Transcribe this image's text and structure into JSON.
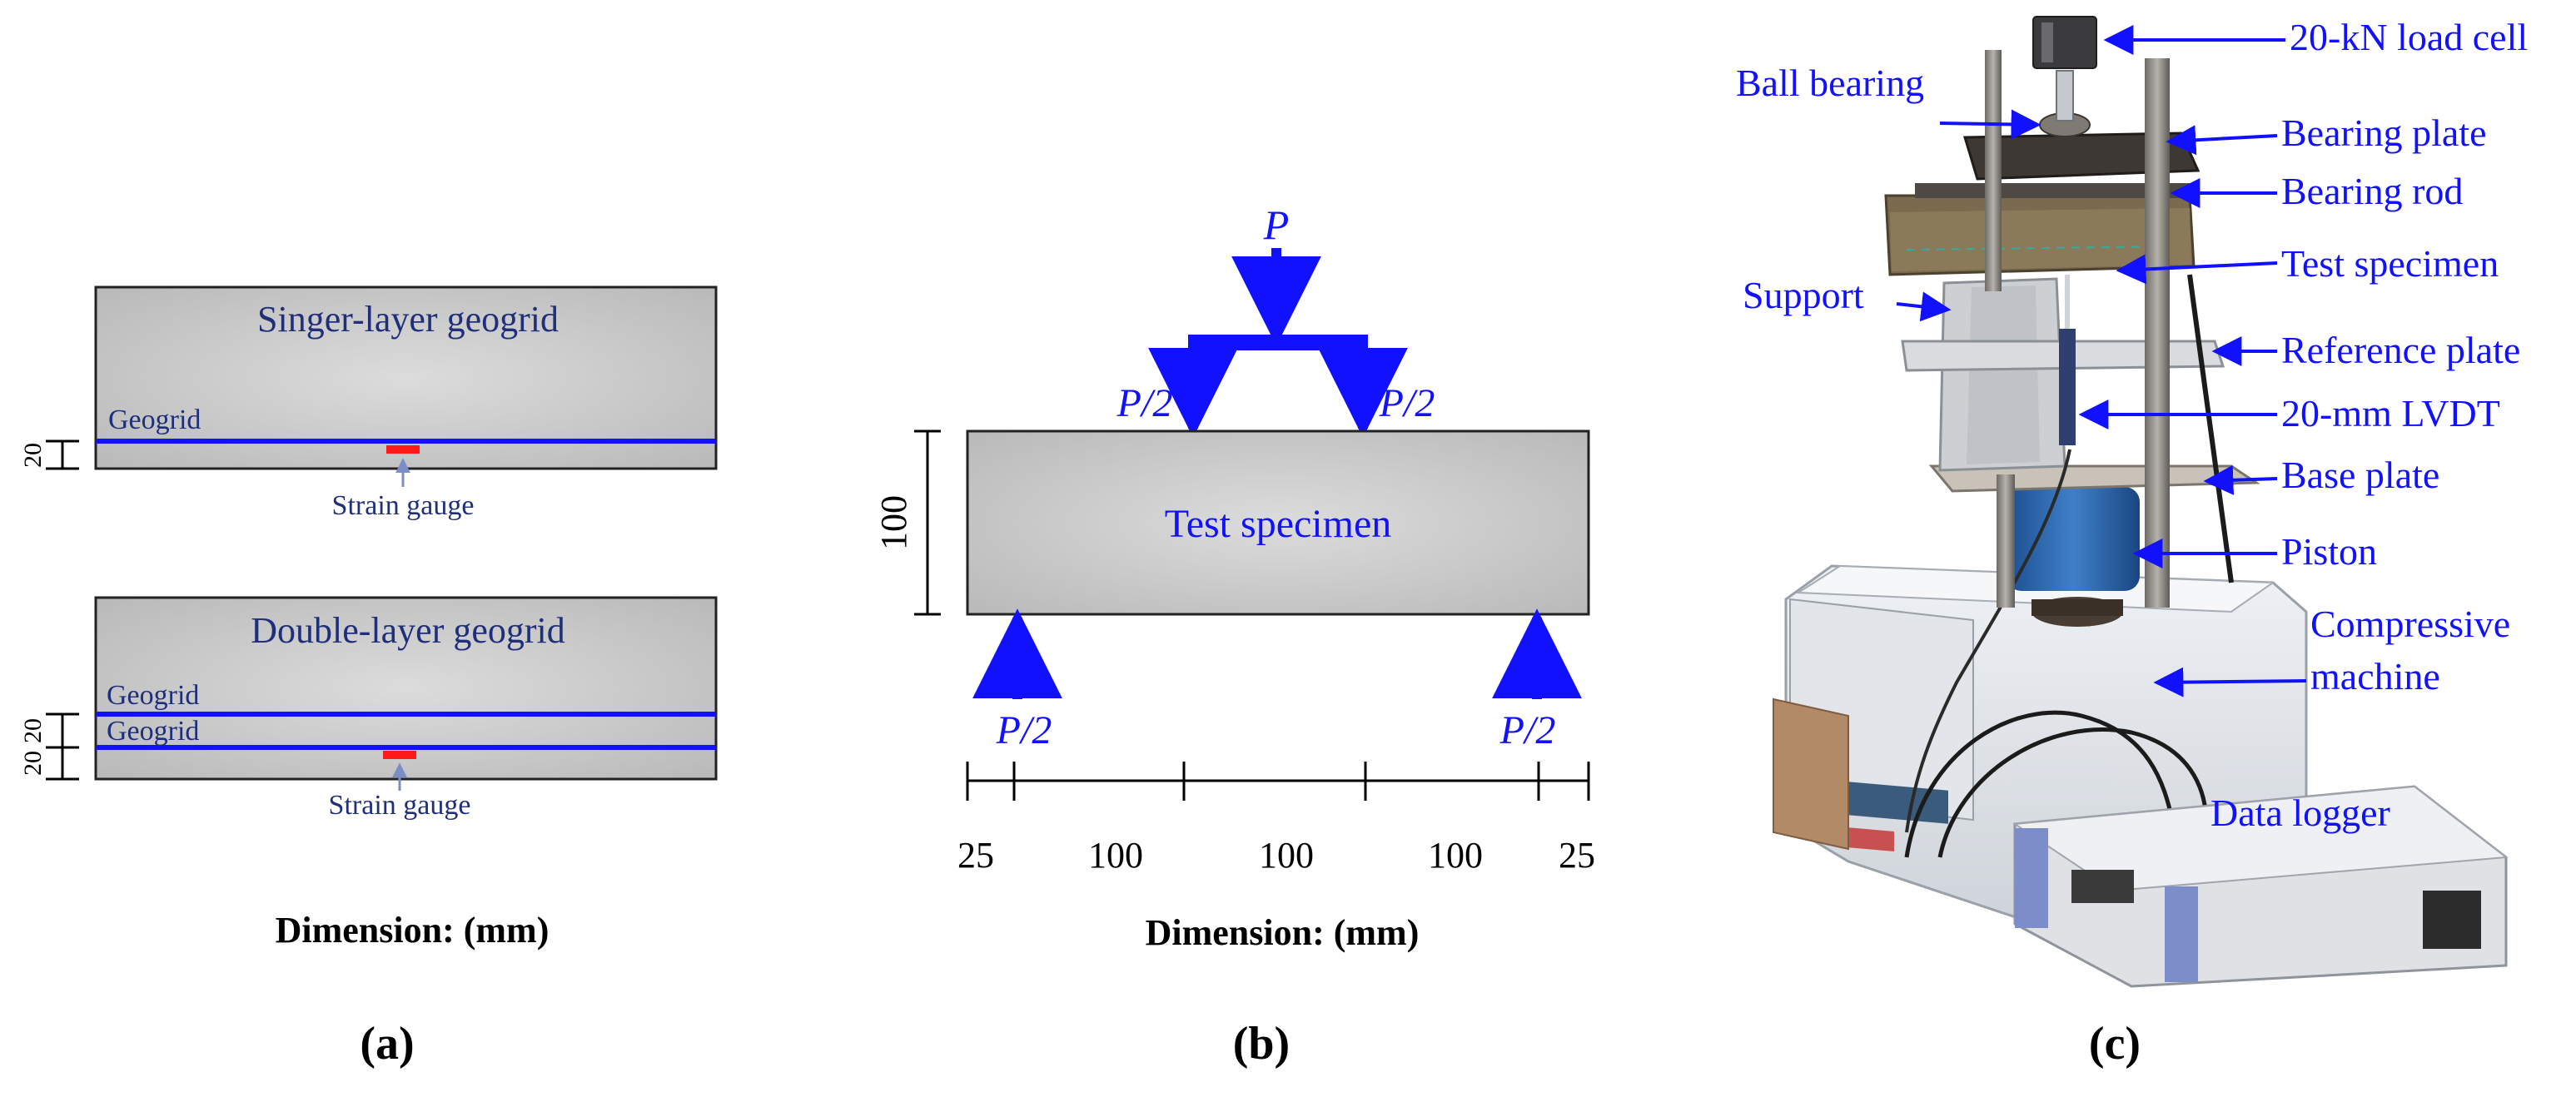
{
  "panel_a": {
    "single": {
      "title": "Singer-layer geogrid",
      "geogrid_label": "Geogrid",
      "gauge_label": "Strain gauge",
      "dim": "20"
    },
    "double": {
      "title": "Double-layer geogrid",
      "geogrid_top_label": "Geogrid",
      "geogrid_bottom_label": "Geogrid",
      "gauge_label": "Strain gauge",
      "dim_top": "20",
      "dim_bottom": "20"
    },
    "dimension_note": "Dimension: (mm)",
    "caption": "(a)"
  },
  "panel_b": {
    "load_top": "P",
    "load_half_left": "P/2",
    "load_half_right": "P/2",
    "specimen_label": "Test specimen",
    "height_dim": "100",
    "reaction_left": "P/2",
    "reaction_right": "P/2",
    "span_dims": [
      "25",
      "100",
      "100",
      "100",
      "25"
    ],
    "dimension_note": "Dimension: (mm)",
    "caption": "(b)"
  },
  "panel_c": {
    "labels": {
      "load_cell": "20-kN load cell",
      "ball_bearing": "Ball bearing",
      "bearing_plate": "Bearing plate",
      "bearing_rod": "Bearing rod",
      "test_specimen": "Test specimen",
      "support": "Support",
      "reference_plate": "Reference plate",
      "lvdt": "20-mm LVDT",
      "base_plate": "Base plate",
      "piston": "Piston",
      "compressive_1": "Compressive",
      "compressive_2": "machine",
      "data_logger": "Data logger"
    },
    "caption": "(c)"
  },
  "colors": {
    "annotation_blue": "#1111ff",
    "label_navy": "#1f2f7a",
    "gauge_red": "#ff1a1a",
    "specimen_grey": "#c9c9c9"
  }
}
